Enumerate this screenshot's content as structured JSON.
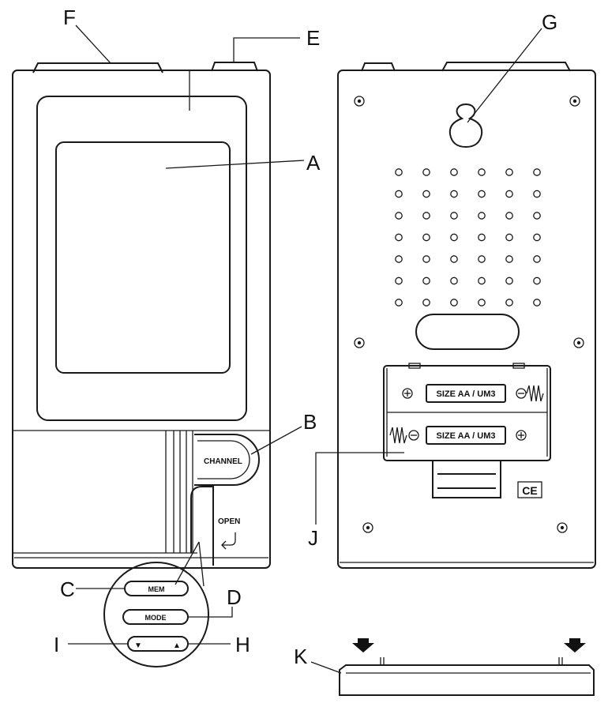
{
  "callouts": {
    "a": "A",
    "b": "B",
    "c": "C",
    "d": "D",
    "e": "E",
    "f": "F",
    "g": "G",
    "h": "H",
    "i": "I",
    "j": "J",
    "k": "K"
  },
  "buttons": {
    "channel": "CHANNEL",
    "mem": "MEM",
    "mode": "MODE",
    "down_arrow": "▼",
    "up_arrow": "▲"
  },
  "battery_compartment": {
    "battery_1": "SIZE AA / UM3",
    "battery_2": "SIZE AA / UM3"
  },
  "labels": {
    "open": "OPEN",
    "ce_mark": "CE"
  },
  "icons": [
    "open-arrow-icon",
    "down-arrow-icon",
    "ce-mark-icon",
    "screw-icon",
    "battery-spring-icon"
  ]
}
